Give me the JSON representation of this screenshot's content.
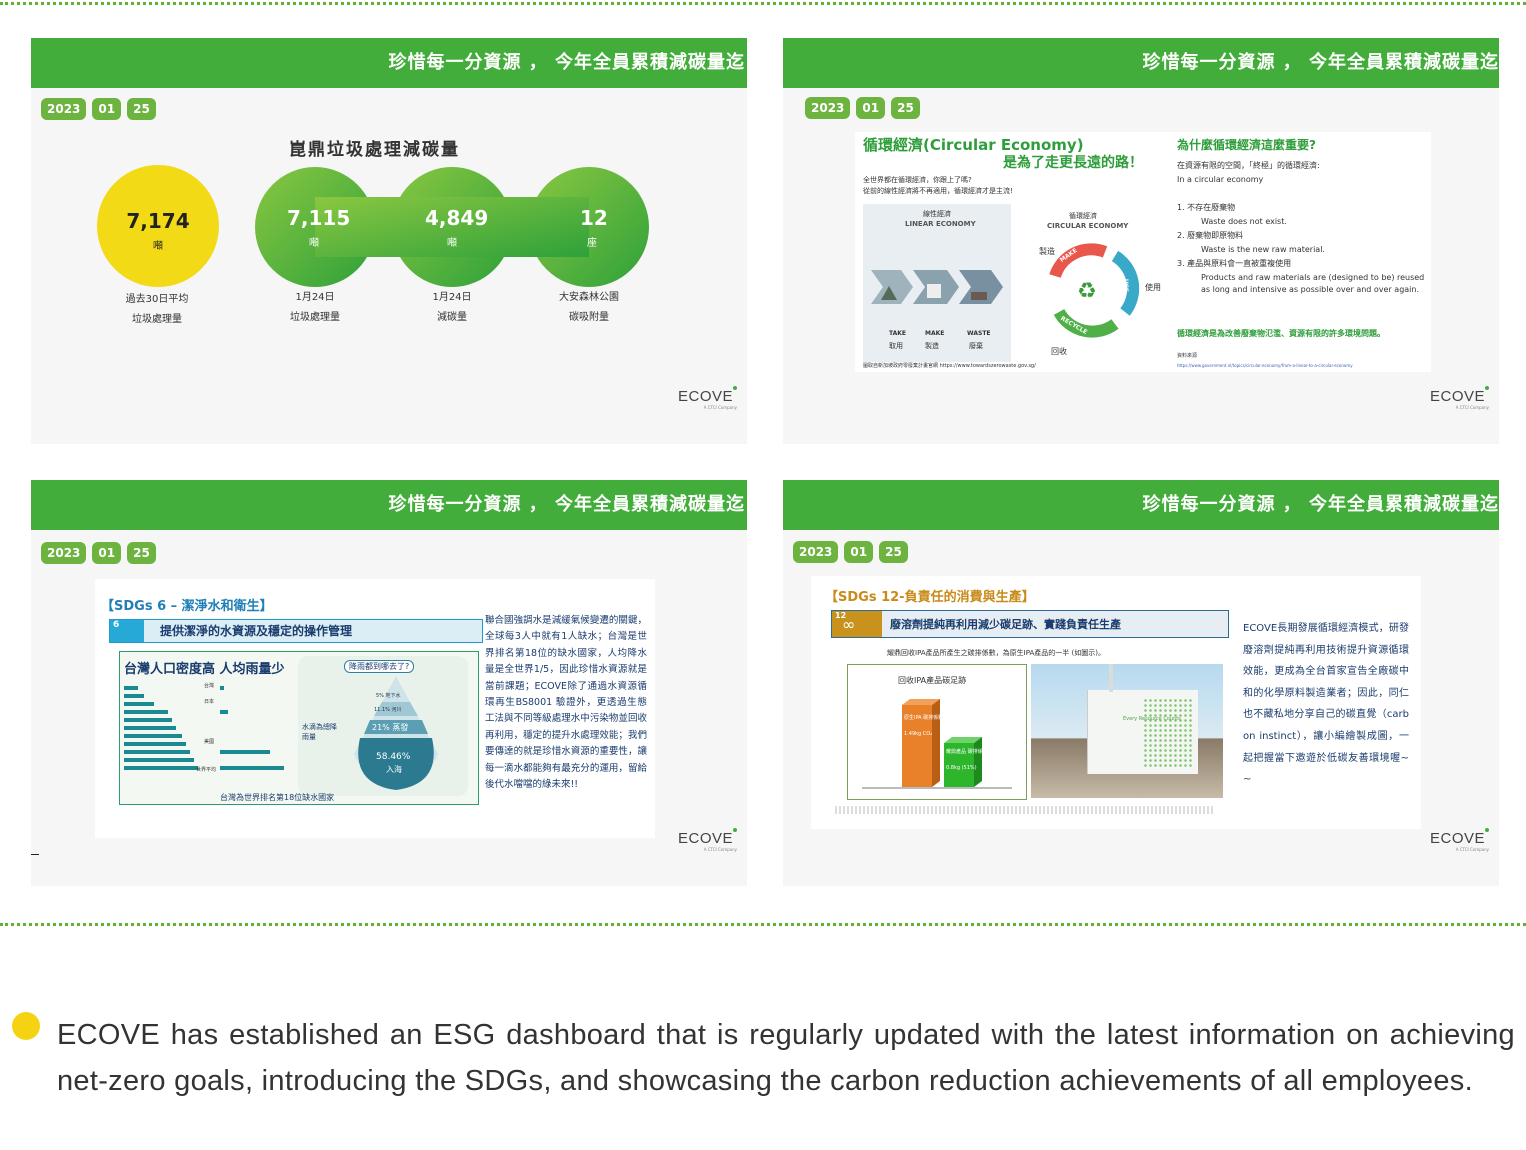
{
  "slide_header": {
    "title": "珍惜每一分資源 ， 今年全員累積減碳量迄",
    "date": [
      "2023",
      "01",
      "25"
    ]
  },
  "brand": {
    "name": "ECOVE",
    "tagline": "A CTCI Company"
  },
  "slide1": {
    "title": "崑鼎垃圾處理減碳量",
    "stats": [
      {
        "value": "7,174",
        "unit": "噸",
        "label1": "過去30日平均",
        "label2": "垃圾處理量"
      },
      {
        "value": "7,115",
        "unit": "噸",
        "label1": "1月24日",
        "label2": "垃圾處理量"
      },
      {
        "value": "4,849",
        "unit": "噸",
        "label1": "1月24日",
        "label2": "減碳量"
      },
      {
        "value": "12",
        "unit": "座",
        "label1": "大安森林公園",
        "label2": "碳吸附量"
      }
    ]
  },
  "slide2": {
    "heading1": "循環經濟(Circular Economy)",
    "heading2": "是為了走更長遠的路！",
    "intro1": "全世界都在循環經濟，你跟上了嗎?",
    "intro2": "從前的線性經濟將不再適用，循環經濟才是主流!",
    "linear_zh": "線性經濟",
    "linear_en": "LINEAR ECONOMY",
    "linear_steps": [
      {
        "en": "TAKE",
        "zh": "取用"
      },
      {
        "en": "MAKE",
        "zh": "製造"
      },
      {
        "en": "WASTE",
        "zh": "廢棄"
      }
    ],
    "circular_zh": "循環經濟",
    "circular_en": "CIRCULAR ECONOMY",
    "circ_make": "製造",
    "circ_use": "使用",
    "circ_recycle": "回收",
    "arrow_make": "MAKE",
    "arrow_use": "USE",
    "arrow_recycle": "RECYCLE",
    "source_left": "圖取自新加坡政府零廢棄計畫官網 https://www.towardszerowaste.gov.sg/",
    "right_title": "為什麼循環經濟這麼重要?",
    "right_sub1": "在資源有限的空間，「終極」的循環經濟:",
    "right_sub2": "In a circular economy",
    "points": [
      {
        "zh": "1. 不存在廢棄物",
        "en": "Waste does not exist."
      },
      {
        "zh": "2. 廢棄物即原物料",
        "en": "Waste is the new raw material."
      },
      {
        "zh": "3. 產品與原料會一直被重複使用",
        "en": "Products and raw materials are (designed to be) reused as long and intensive as possible over and over again."
      }
    ],
    "conclusion": "循環經濟是為改善廢棄物氾濫、資源有限的許多環境問題。",
    "src_label": "資料來源",
    "src_url": "https://www.government.nl/topics/circular-economy/from-a-linear-to-a-circular-economy"
  },
  "slide3": {
    "sdg_title": "【SDGs 6 – 潔淨水和衛生】",
    "sdg_num": "6",
    "banner": "提供潔淨的水資源及穩定的操作管理",
    "chart_title": "台灣人口密度高 人均雨量少",
    "chart_caption": "台灣為世界排名第18位缺水國家",
    "rain_title": "降雨都到哪去了?",
    "drop_label": "水滴為總降雨量",
    "drop_pcts": [
      "5% 地下水",
      "11.1% 河川",
      "21% 蒸發",
      "58.46%",
      "入海"
    ],
    "countries": [
      "台灣",
      "日本",
      "美國",
      "世界平均"
    ],
    "body": "聯合國強調水是減緩氣候變遷的關鍵，全球每3人中就有1人缺水；台灣是世界排名第18位的缺水國家，人均降水量是全世界1/5，因此珍惜水資源就是當前課題；ECOVE除了通過水資源循環再生BS8001 驗證外，更透過生態工法與不同等級處理水中污染物並回收再利用，穩定的提升水處理效能；我們要傳達的就是珍惜水資源的重要性，讓每一滴水都能夠有最充分的運用，留給後代水噹噹的綠未來!!"
  },
  "slide4": {
    "sdg_title": "【SDGs 12-負責任的消費與生產】",
    "sdg_num": "12",
    "banner": "廢溶劑提純再利用減少碳足跡、實踐負責任生產",
    "subtitle": "耀鼎回收IPA產品所產生之碳排係數，為原生IPA產品的一半 (如圖示)。",
    "chart_title": "回收IPA產品碳足跡",
    "bar1_label": "原生IPA 碳排係數",
    "bar1_value": "1.49kg CO₂",
    "bar2_label": "耀鼎產品 碳排係數",
    "bar2_value": "0.8kg (51%)",
    "building_text": "Every Resource Counts",
    "body": "ECOVE長期發展循環經濟模式，研發廢溶劑提純再利用技術提升資源循環效能，更成為全台首家宣告全廠碳中和的化學原料製造業者；因此，同仁也不藏私地分享自己的碳直覺（carbon instinct），讓小編繪製成圖，一起把握當下邀遊於低碳友善環境喔~~"
  },
  "caption": "ECOVE has established an ESG dashboard that is regularly updated with the latest information on achieving net-zero goals, introducing the SDGs, and showcasing the carbon reduction achievements of all employees.",
  "colors": {
    "green": "#43ad3b",
    "yellow": "#f3da17",
    "badge": "#6db33f"
  }
}
